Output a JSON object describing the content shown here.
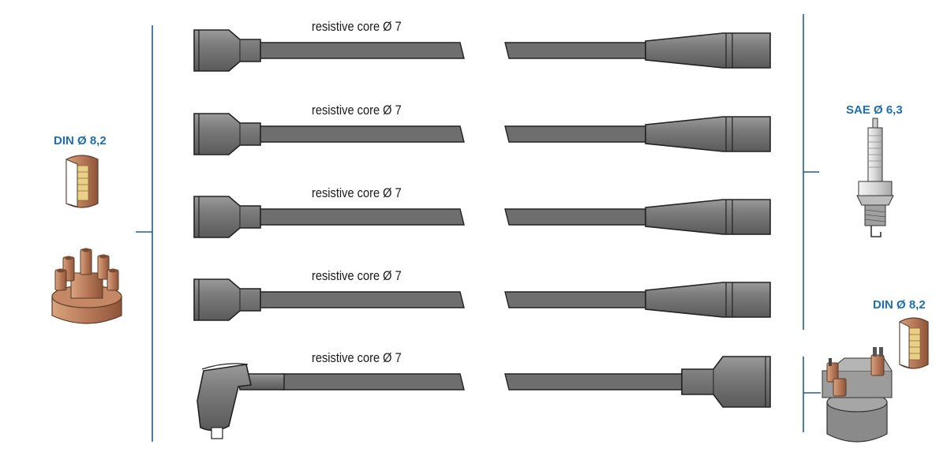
{
  "wires": [
    {
      "label": "resistive core Ø 7",
      "left_connector": "straight-boot",
      "right_connector": "straight-sleeve"
    },
    {
      "label": "resistive core Ø 7",
      "left_connector": "straight-boot",
      "right_connector": "straight-sleeve"
    },
    {
      "label": "resistive core Ø 7",
      "left_connector": "straight-boot",
      "right_connector": "straight-sleeve"
    },
    {
      "label": "resistive core Ø 7",
      "left_connector": "straight-boot",
      "right_connector": "straight-sleeve"
    },
    {
      "label": "resistive core Ø 7",
      "left_connector": "angled-boot",
      "right_connector": "straight-boot"
    }
  ],
  "left_terminal": {
    "spec": "DIN  Ø 8,2",
    "component": "distributor-cap-icon"
  },
  "right_top_terminal": {
    "spec": "SAE  Ø 6,3",
    "component": "spark-plug-icon"
  },
  "right_bottom_terminal": {
    "spec": "DIN  Ø 8,2",
    "component": "ignition-coil-icon"
  },
  "colors": {
    "wire": "#6e6e6e",
    "outline": "#222222",
    "bracket": "#1f5f8b",
    "spec_text": "#1f6fb0",
    "copper": "#b87a5a"
  }
}
